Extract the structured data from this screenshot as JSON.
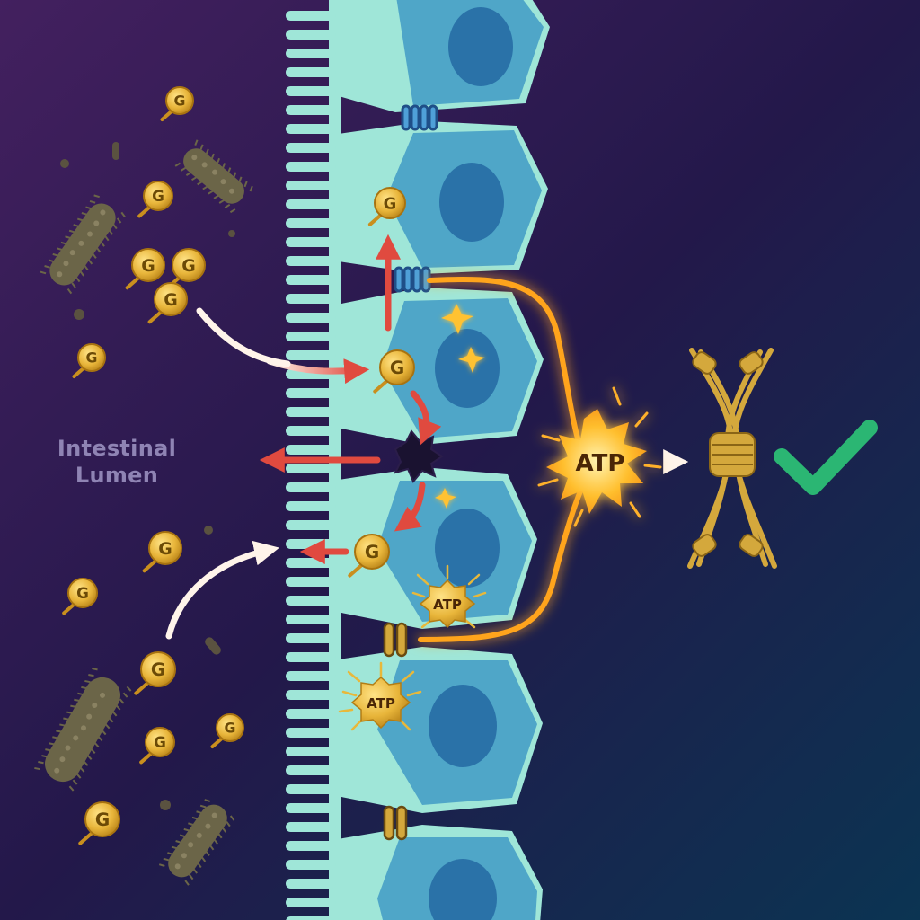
{
  "lumen_label": {
    "line1": "Intestinal",
    "line2": "Lumen"
  },
  "atp_main": "ATP",
  "atp_small": [
    "ATP",
    "ATP"
  ],
  "glucose_letter": "G",
  "colors": {
    "background_top": "#3b1a5e",
    "background_bottom": "#0d3050",
    "cell_outer": "#9fe6d8",
    "cell_inner": "#4fa6c8",
    "nucleus": "#2a72a8",
    "glucose": "#e8b83a",
    "signal_glow": "#ffa41e",
    "arrow_red": "#e04a3f",
    "arrow_white": "#fff4ea",
    "check_green": "#2bb673",
    "junction_gold": "#d4a83c",
    "bacteria": "#6b6548"
  },
  "icons": [
    "glucose-icon",
    "bacterium-icon",
    "atp-burst-icon",
    "tight-junction-icon",
    "receptor-icon",
    "check-icon"
  ]
}
